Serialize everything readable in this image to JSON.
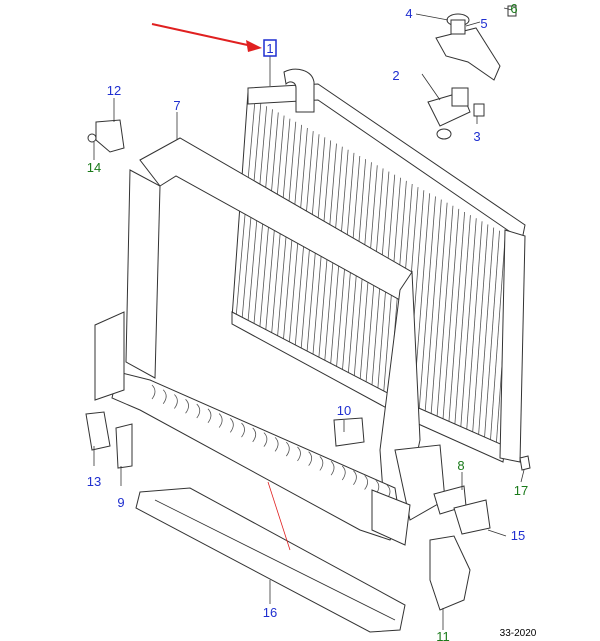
{
  "figure_code": "33-2020",
  "colors": {
    "callout_blue": "#1f2fd0",
    "callout_green": "#1a7a1a",
    "arrow_red": "#e02020",
    "line_art": "#333333"
  },
  "callouts": [
    {
      "id": "c1",
      "label": "1",
      "color": "blue",
      "highlighted": true
    },
    {
      "id": "c2",
      "label": "2",
      "color": "blue"
    },
    {
      "id": "c3",
      "label": "3",
      "color": "blue"
    },
    {
      "id": "c4",
      "label": "4",
      "color": "blue"
    },
    {
      "id": "c5",
      "label": "5",
      "color": "blue"
    },
    {
      "id": "c6",
      "label": "6",
      "color": "green"
    },
    {
      "id": "c7",
      "label": "7",
      "color": "blue"
    },
    {
      "id": "c8",
      "label": "8",
      "color": "green"
    },
    {
      "id": "c9",
      "label": "9",
      "color": "blue"
    },
    {
      "id": "c10",
      "label": "10",
      "color": "blue"
    },
    {
      "id": "c11",
      "label": "11",
      "color": "green"
    },
    {
      "id": "c12",
      "label": "12",
      "color": "blue"
    },
    {
      "id": "c13",
      "label": "13",
      "color": "blue"
    },
    {
      "id": "c14",
      "label": "14",
      "color": "green"
    },
    {
      "id": "c15",
      "label": "15",
      "color": "blue"
    },
    {
      "id": "c16",
      "label": "16",
      "color": "blue"
    },
    {
      "id": "c17",
      "label": "17",
      "color": "green"
    }
  ]
}
